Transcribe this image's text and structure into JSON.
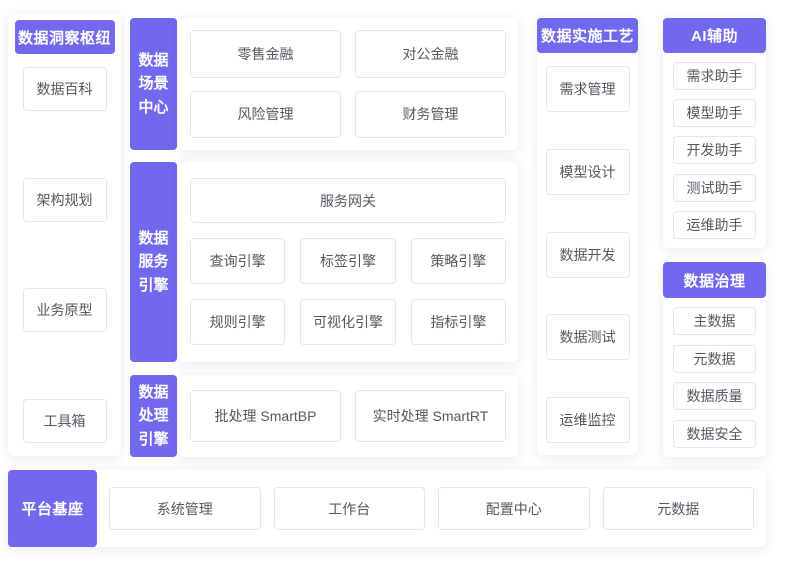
{
  "colors": {
    "accent": "#7168ed",
    "box_border": "#e6e6e6",
    "box_text": "#53575e",
    "panel_bg": "#ffffff"
  },
  "insight_hub": {
    "title": "数据洞察枢纽",
    "items": [
      "数据百科",
      "架构规划",
      "业务原型",
      "工具箱"
    ]
  },
  "scene_center": {
    "title": "数据场景中心",
    "items": [
      "零售金融",
      "对公金融",
      "风险管理",
      "财务管理"
    ]
  },
  "service_engine": {
    "title": "数据服务引擎",
    "gateway": "服务网关",
    "items": [
      "查询引擎",
      "标签引擎",
      "策略引擎",
      "规则引擎",
      "可视化引擎",
      "指标引擎"
    ]
  },
  "processing_engine": {
    "title": "数据处理引擎",
    "items": [
      "批处理 SmartBP",
      "实时处理 SmartRT"
    ]
  },
  "implementation": {
    "title": "数据实施工艺",
    "items": [
      "需求管理",
      "模型设计",
      "数据开发",
      "数据测试",
      "运维监控"
    ]
  },
  "ai_assist": {
    "title": "AI辅助",
    "items": [
      "需求助手",
      "模型助手",
      "开发助手",
      "测试助手",
      "运维助手"
    ]
  },
  "governance": {
    "title": "数据治理",
    "items": [
      "主数据",
      "元数据",
      "数据质量",
      "数据安全"
    ]
  },
  "platform_base": {
    "title": "平台基座",
    "items": [
      "系统管理",
      "工作台",
      "配置中心",
      "元数据"
    ]
  }
}
